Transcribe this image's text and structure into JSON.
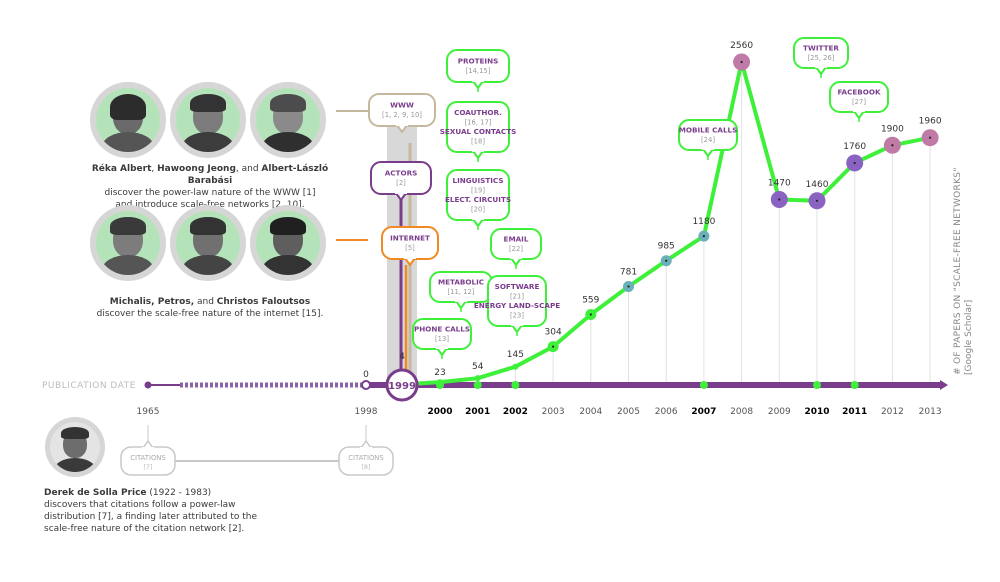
{
  "axis": {
    "label": "PUBLICATION DATE",
    "right_label_line1": "# OF PAPERS ON \"SCALE-FREE NETWORKS\"",
    "right_label_line2": "[Google Scholar]",
    "milestone_year": "1999"
  },
  "early_years": [
    {
      "year": "1965"
    },
    {
      "year": "1998"
    }
  ],
  "citation_bubbles": [
    {
      "title": "CITATIONS",
      "refs": "[7]"
    },
    {
      "title": "CITATIONS",
      "refs": "[8]"
    }
  ],
  "years": [
    {
      "label": "2000",
      "bold": true
    },
    {
      "label": "2001",
      "bold": true
    },
    {
      "label": "2002",
      "bold": true
    },
    {
      "label": "2003",
      "bold": false
    },
    {
      "label": "2004",
      "bold": false
    },
    {
      "label": "2005",
      "bold": false
    },
    {
      "label": "2006",
      "bold": false
    },
    {
      "label": "2007",
      "bold": true
    },
    {
      "label": "2008",
      "bold": false
    },
    {
      "label": "2009",
      "bold": false
    },
    {
      "label": "2010",
      "bold": true
    },
    {
      "label": "2011",
      "bold": true
    },
    {
      "label": "2012",
      "bold": false
    },
    {
      "label": "2013",
      "bold": false
    }
  ],
  "chart_data": {
    "type": "line",
    "x": [
      1998,
      1999,
      2000,
      2001,
      2002,
      2003,
      2004,
      2005,
      2006,
      2007,
      2008,
      2009,
      2010,
      2011,
      2012,
      2013
    ],
    "values": [
      0,
      4,
      23,
      54,
      145,
      304,
      559,
      781,
      985,
      1180,
      2560,
      1470,
      1460,
      1760,
      1900,
      1960
    ],
    "value_labels": [
      "0",
      "4",
      "23",
      "54",
      "145",
      "304",
      "559",
      "781",
      "985",
      "1180",
      "2560",
      "1470",
      "1460",
      "1760",
      "1900",
      "1960"
    ],
    "title": "",
    "xlabel": "PUBLICATION DATE",
    "ylabel": "# OF PAPERS ON \"SCALE-FREE NETWORKS\" [Google Scholar]",
    "colors": {
      "line": "#3ef03a",
      "dot_green": "#3ef03a",
      "dot_teal": "#6ab0b8",
      "dot_purple": "#8a62c2",
      "dot_pink": "#c07aa6"
    }
  },
  "bubbles": [
    {
      "title": "WWW",
      "refs": "[1, 2, 9, 10]",
      "color": "#c6b89e"
    },
    {
      "title": "ACTORS",
      "refs": "[2]",
      "color": "#7a3d8c"
    },
    {
      "title": "INTERNET",
      "refs": "[5]",
      "color": "#f08a24"
    },
    {
      "title": "PROTEINS",
      "refs": "[14,15]",
      "color": "#3ef03a"
    },
    {
      "title": "COAUTHOR.",
      "refs": "[16, 17]",
      "title2": "SEXUAL CONTACTS",
      "refs2": "[18]",
      "color": "#3ef03a"
    },
    {
      "title": "LINGUISTICS",
      "refs": "[19]",
      "title2": "ELECT. CIRCUITS",
      "refs2": "[20]",
      "color": "#3ef03a"
    },
    {
      "title": "METABOLIC",
      "refs": "[11, 12]",
      "color": "#3ef03a"
    },
    {
      "title": "PHONE CALLS",
      "refs": "[13]",
      "color": "#3ef03a"
    },
    {
      "title": "EMAIL",
      "refs": "[22]",
      "color": "#3ef03a"
    },
    {
      "title": "SOFTWARE",
      "refs": "[21]",
      "title2": "ENERGY LAND-SCAPE",
      "refs2": "[23]",
      "color": "#3ef03a"
    },
    {
      "title": "MOBILE CALLS",
      "refs": "[24]",
      "color": "#3ef03a"
    },
    {
      "title": "TWITTER",
      "refs": "[25, 26]",
      "color": "#3ef03a"
    },
    {
      "title": "FACEBOOK",
      "refs": "[27]",
      "color": "#3ef03a"
    }
  ],
  "people": {
    "group1": {
      "names_a": "Réka Albert",
      "names_sep1": ", ",
      "names_b": "Hawoong Jeong",
      "names_sep2": ", and ",
      "names_c": "Albert-László Barabási",
      "desc1": "discover the power-law nature of the WWW [1]",
      "desc2": "and introduce scale-free networks [2, 10]."
    },
    "group2": {
      "names": "Michalis, Petros,",
      "names_sep": " and ",
      "names_b": "Christos Faloutsos",
      "desc1": "discover the scale-free nature of the internet [15]."
    },
    "price": {
      "name": "Derek de Solla Price",
      "dates": " (1922 - 1983)",
      "desc1": "discovers that citations follow a power-law",
      "desc2": "distribution [7], a finding later attributed to the",
      "desc3": "scale-free nature of the citation network [2]."
    }
  }
}
